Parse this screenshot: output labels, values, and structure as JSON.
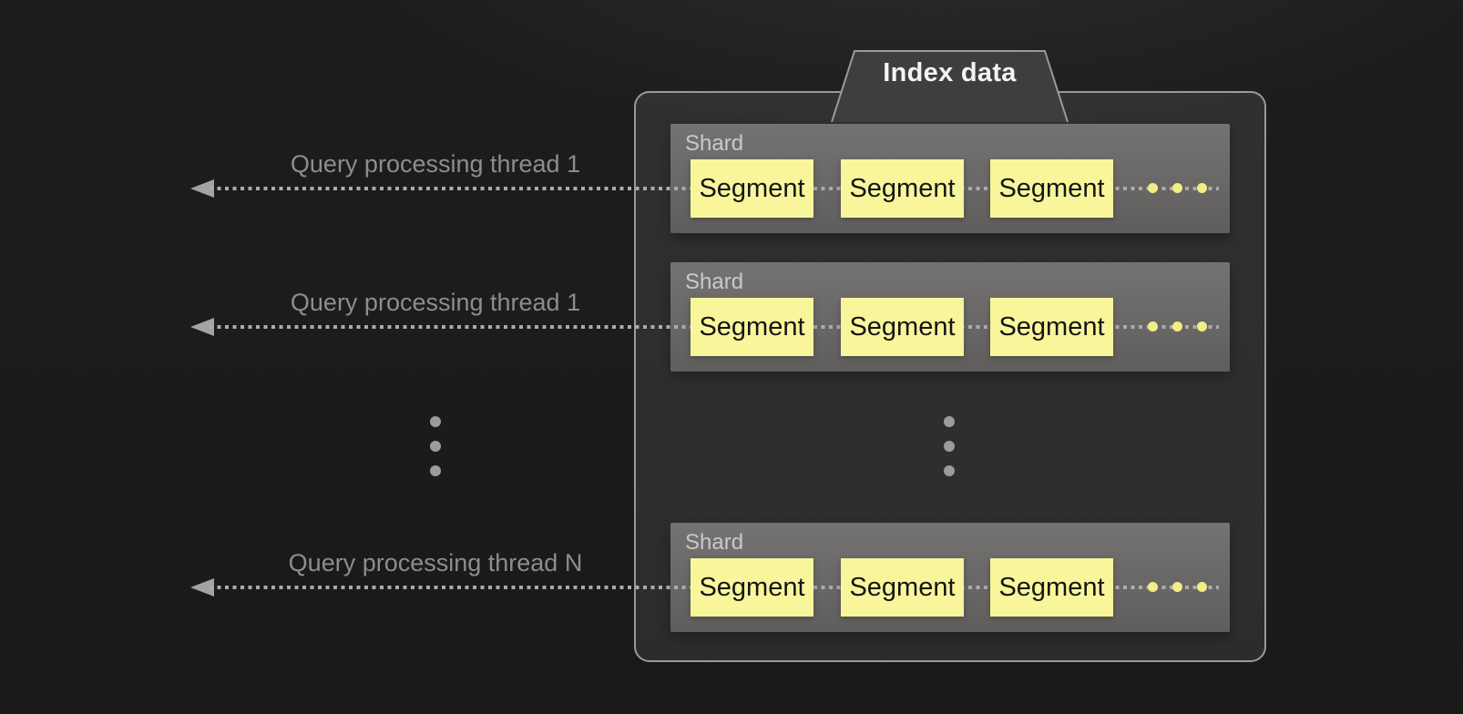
{
  "diagram": {
    "title": "Index data",
    "arrows": [
      {
        "label": "Query processing thread 1"
      },
      {
        "label": "Query processing thread 1"
      },
      {
        "label": "Query processing thread N"
      }
    ],
    "shards": [
      {
        "label": "Shard",
        "segments": [
          "Segment",
          "Segment",
          "Segment"
        ]
      },
      {
        "label": "Shard",
        "segments": [
          "Segment",
          "Segment",
          "Segment"
        ]
      },
      {
        "label": "Shard",
        "segments": [
          "Segment",
          "Segment",
          "Segment"
        ]
      }
    ]
  },
  "icons": {
    "arrowhead": "left-pointing-triangle",
    "segment_ellipsis": "three-yellow-dots",
    "vertical_ellipsis": "three-gray-dots"
  },
  "colors": {
    "title_text": "#f4f4f4",
    "panel_border": "#9a9a9a",
    "tab_fill": "#3e3e3d",
    "shard_fill_top": "#757371",
    "shard_fill_bottom": "#605e5d",
    "shard_label": "#c9c9c9",
    "segment_fill": "#f8f59b",
    "segment_text": "#151515",
    "connector": "#ababab",
    "arrowhead": "#a3a3a3",
    "thread_label": "#8d8d8d",
    "ellipsis_dot": "#9c9c9c",
    "segment_ellipsis_dot": "#f1ee86"
  }
}
